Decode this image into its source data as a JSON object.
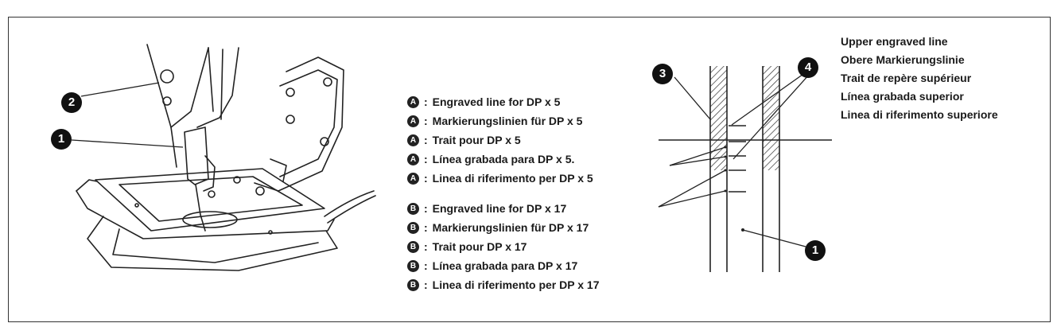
{
  "legend_a": {
    "marker": "A",
    "items": [
      "Engraved line for DP x 5",
      "Markierungslinien für DP x 5",
      "Trait pour DP x 5",
      "Línea grabada para DP x 5.",
      "Linea di riferimento per DP x 5"
    ]
  },
  "legend_b": {
    "marker": "B",
    "items": [
      "Engraved line for DP x 17",
      "Markierungslinien für DP x 17",
      "Trait pour DP x 17",
      "Línea grabada para DP x 17",
      "Linea di riferimento per DP x 17"
    ]
  },
  "upper_label": [
    "Upper engraved line",
    "Obere Markierungslinie",
    "Trait de repère supérieur",
    "Línea grabada superior",
    "Linea di riferimento superiore"
  ],
  "callouts": {
    "c1": "1",
    "c2": "2",
    "c3": "3",
    "c4": "4"
  },
  "legend_separator": ":"
}
